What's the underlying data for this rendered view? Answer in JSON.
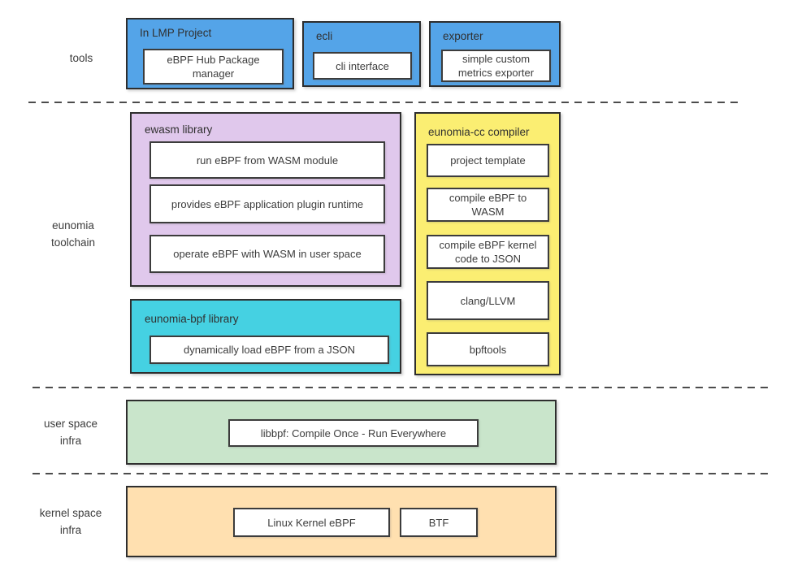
{
  "colors": {
    "blue": "#54a4e8",
    "purple": "#e0c8ec",
    "yellow": "#fbee72",
    "cyan": "#45d1e2",
    "green": "#c9e5cb",
    "peach": "#ffe0b0"
  },
  "tools": {
    "row_label": "tools",
    "lmp": {
      "title": "In LMP Project",
      "item": "eBPF Hub Package manager"
    },
    "ecli": {
      "title": "ecli",
      "item": "cli interface"
    },
    "exporter": {
      "title": "exporter",
      "item": "simple custom metrics exporter"
    }
  },
  "toolchain": {
    "row_label_line1": "eunomia",
    "row_label_line2": "toolchain",
    "ewasm": {
      "title": "ewasm library",
      "items": [
        "run eBPF from WASM module",
        "provides eBPF application plugin runtime",
        "operate eBPF with WASM in user space"
      ]
    },
    "cc": {
      "title": "eunomia-cc compiler",
      "items": [
        "project template",
        "compile eBPF to WASM",
        "compile eBPF kernel code to JSON",
        "clang/LLVM",
        "bpftools"
      ]
    },
    "bpf": {
      "title": "eunomia-bpf library",
      "items": [
        "dynamically load eBPF from a JSON"
      ]
    }
  },
  "user_space": {
    "row_label_line1": "user space",
    "row_label_line2": "infra",
    "items": [
      "libbpf: Compile Once - Run Everywhere"
    ]
  },
  "kernel_space": {
    "row_label_line1": "kernel space",
    "row_label_line2": "infra",
    "items": [
      "Linux Kernel eBPF",
      "BTF"
    ]
  }
}
